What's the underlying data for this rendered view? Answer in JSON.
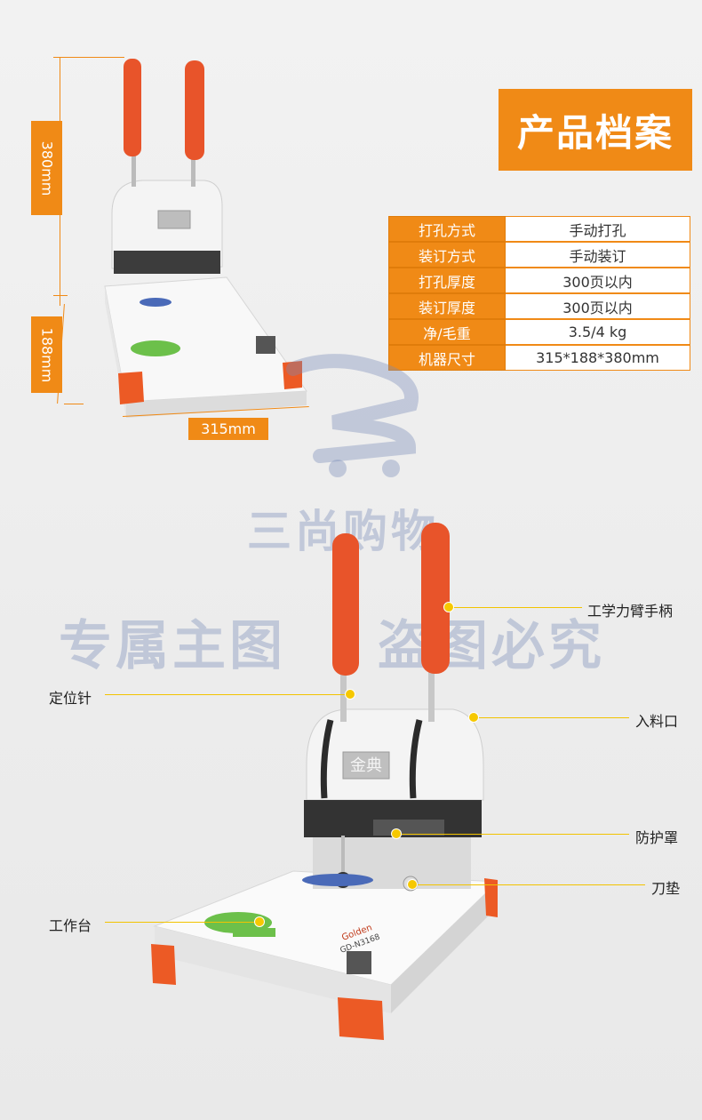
{
  "title": "产品档案",
  "specs": [
    {
      "key": "打孔方式",
      "value": "手动打孔"
    },
    {
      "key": "装订方式",
      "value": "手动装订"
    },
    {
      "key": "打孔厚度",
      "value": "300页以内"
    },
    {
      "key": "装订厚度",
      "value": "300页以内"
    },
    {
      "key": "净/毛重",
      "value": "3.5/4 kg"
    },
    {
      "key": "机器尺寸",
      "value": "315*188*380mm"
    }
  ],
  "dimensions": {
    "height": "380mm",
    "depth": "188mm",
    "width": "315mm"
  },
  "watermark": {
    "brand": "三尚购物",
    "notice_left": "专属主图",
    "notice_right": "盗图必究"
  },
  "product": {
    "logo": "金典",
    "brand_en": "Golden",
    "model": "GD-N3168"
  },
  "callouts": {
    "handle": "工学力臂手柄",
    "pin": "定位针",
    "inlet": "入料口",
    "cover": "防护罩",
    "pad": "刀垫",
    "table": "工作台"
  },
  "colors": {
    "accent": "#f08a16",
    "handle": "#e8542a",
    "callout": "#f6c800"
  }
}
